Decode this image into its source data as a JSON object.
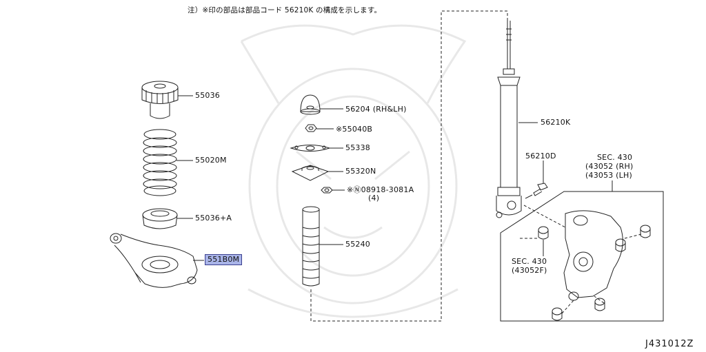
{
  "diagram": {
    "note": "注）※印の部品は部品コード 56210K の構成を示します。",
    "diagram_code": "J431012Z",
    "parts": {
      "p55036": "55036",
      "p55020M": "55020M",
      "p55036A": "55036+A",
      "p551B0M": "551B0M",
      "p56204": "56204 (RH&LH)",
      "p55040B": "※55040B",
      "p55338": "55338",
      "p55320N": "55320N",
      "p08918": "※Ⓝ08918-3081A",
      "p08918_qty": "(4)",
      "p55240": "55240",
      "p56210K": "56210K",
      "p56210D": "56210D",
      "sec430_title": "SEC. 430",
      "sec430_rh": "(43052 (RH)",
      "sec430_lh": "(43053 (LH)",
      "sec430b_title": "SEC. 430",
      "sec430b_code": "(43052F)"
    },
    "highlight_color": "#a9b4e8"
  }
}
